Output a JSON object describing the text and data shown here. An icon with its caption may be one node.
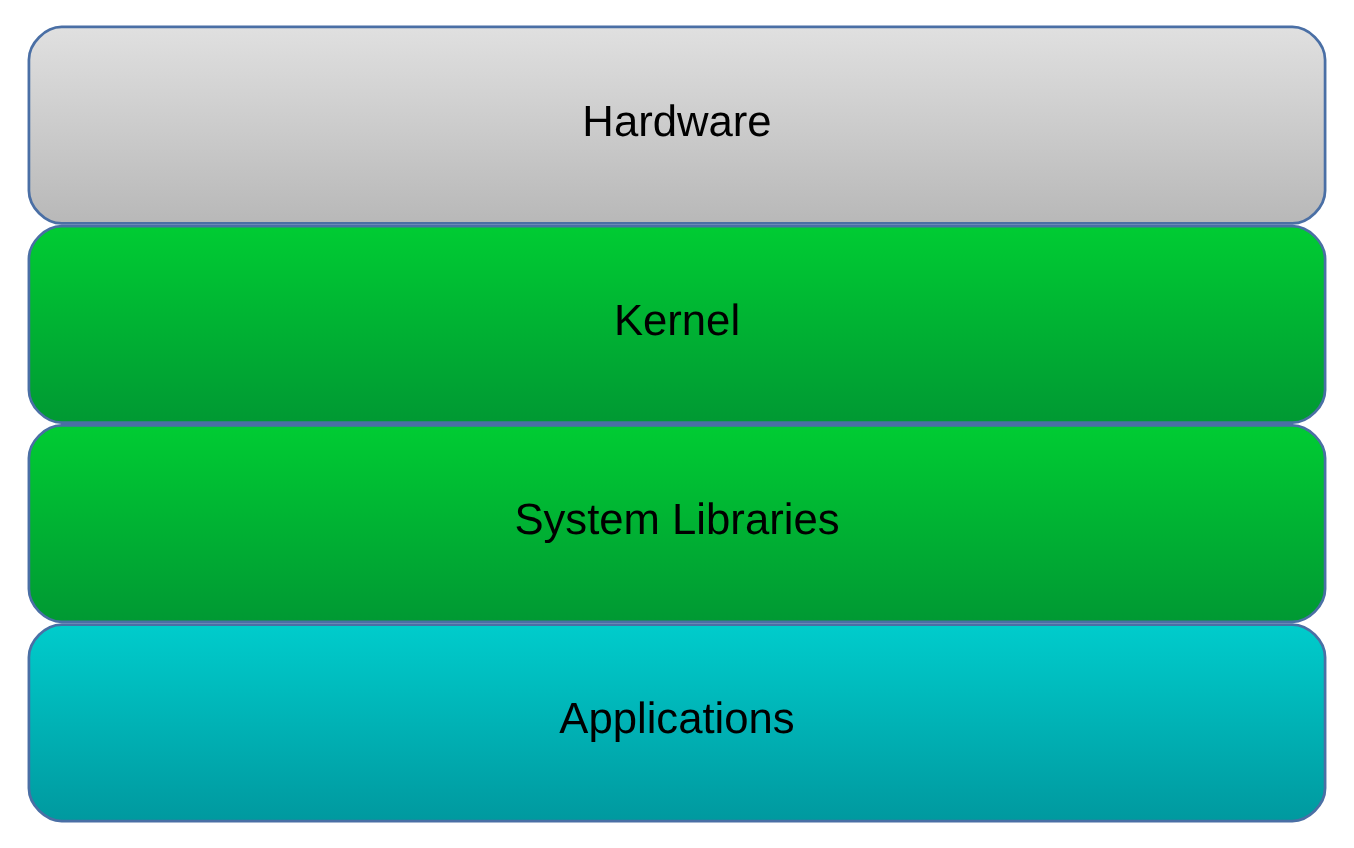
{
  "diagram": {
    "nodes": [
      {
        "text": [
          "Applications"
        ]
      },
      {
        "text": [
          "System Libraries"
        ]
      },
      {
        "text": [
          "Kernel"
        ]
      },
      {
        "text": [
          "Hardware"
        ]
      }
    ]
  }
}
